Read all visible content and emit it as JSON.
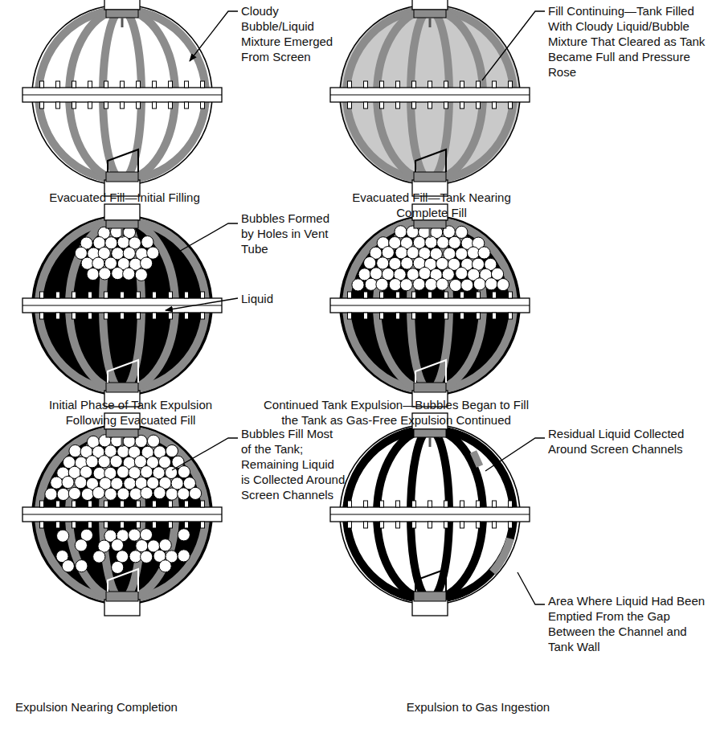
{
  "diagram": {
    "labels": [
      "Cloudy Bubble/Liquid Mixture Emerged From Screen",
      "Fill Continuing—Tank Filled With Cloudy Liquid/Bubble Mixture That Cleared as Tank Became Full and Pressure Rose",
      "Evacuated Fill—Initial Filling",
      "Evacuated Fill—Tank Nearing Complete Fill",
      "Bubbles Formed by Holes in Vent Tube",
      "Liquid",
      "Initial Phase of Tank Expulsion Following Evacuated Fill",
      "Continued Tank Expulsion—Bubbles Began to Fill the Tank as Gas-Free Expulsion Continued",
      "Bubbles Fill Most of the Tank; Remaining Liquid is Collected Around Screen Channels",
      "Residual Liquid Collected Around Screen Channels",
      "Area Where Liquid Had Been Emptied From the Gap Between the Channel and Tank Wall",
      "Expulsion Nearing Completion",
      "Expulsion to Gas Ingestion"
    ]
  }
}
